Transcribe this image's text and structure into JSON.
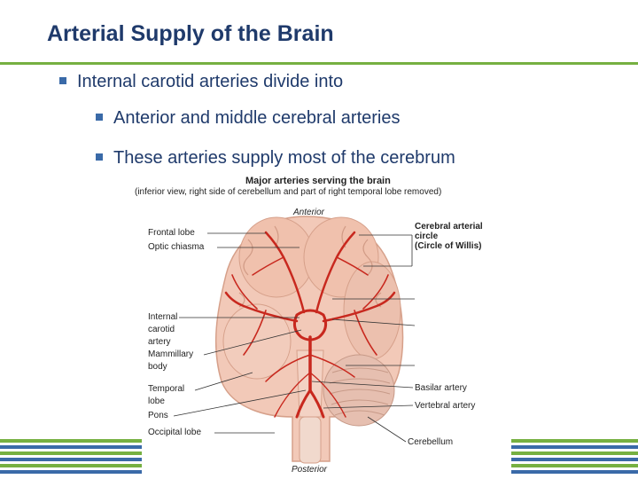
{
  "slide": {
    "title": "Arterial Supply of the Brain",
    "bullets": [
      "Internal carotid arteries divide into",
      "Anterior and middle cerebral arteries",
      "These arteries supply most of the cerebrum"
    ]
  },
  "figure": {
    "title": "Major arteries serving the brain",
    "subtitle": "(inferior view, right side of cerebellum and part of right temporal lobe removed)",
    "orientation": {
      "top": "Anterior",
      "bottom": "Posterior"
    },
    "labels_left": [
      "Frontal lobe",
      "Optic chiasma",
      "Internal",
      "carotid",
      "artery",
      "Mammillary",
      "body",
      "Temporal",
      "lobe",
      "Pons",
      "Occipital lobe"
    ],
    "labels_right": [
      "Cerebral arterial",
      "circle",
      "(Circle of Willis)",
      "Basilar artery",
      "Vertebral artery",
      "Cerebellum"
    ]
  },
  "colors": {
    "title": "#1f3a6b",
    "rule": "#76b041",
    "bullet_mark": "#3a6aa8",
    "artery": "#c8281e",
    "brain": "#f2c9b8",
    "stripe_green": "#76b041",
    "stripe_blue": "#3a6aa8"
  }
}
